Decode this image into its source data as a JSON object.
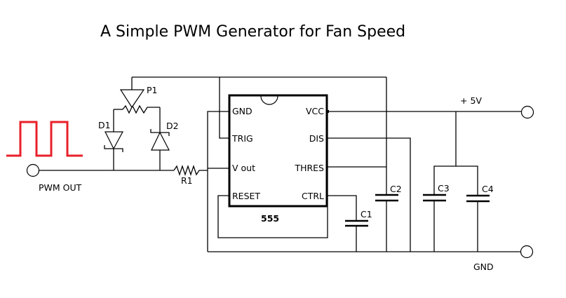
{
  "title": "A Simple PWM Generator for Fan Speed",
  "components": {
    "ic": {
      "name": "555",
      "pins_left": [
        "GND",
        "TRIG",
        "V out",
        "RESET"
      ],
      "pins_right": [
        "VCC",
        "DIS",
        "THRES",
        "CTRL"
      ]
    },
    "potentiometer": "P1",
    "diodes": [
      "D1",
      "D2"
    ],
    "resistor": "R1",
    "capacitors": [
      "C1",
      "C2",
      "C3",
      "C4"
    ]
  },
  "terminals": {
    "pwm_out": "PWM OUT",
    "vcc": "+ 5V",
    "gnd": "GND"
  },
  "colors": {
    "waveform": "#e8202a",
    "wire": "#000000"
  }
}
